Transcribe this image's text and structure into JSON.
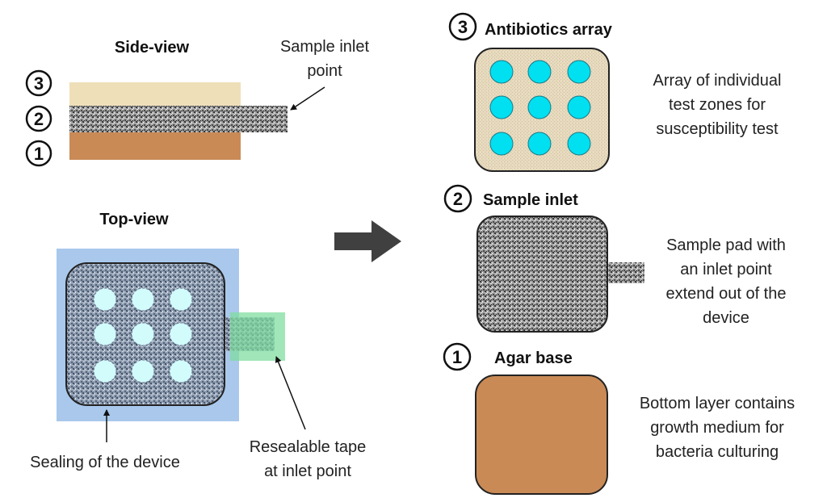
{
  "side_view": {
    "title": "Side-view",
    "inlet_label_line1": "Sample inlet",
    "inlet_label_line2": "point",
    "layer_numbers": [
      "3",
      "2",
      "1"
    ]
  },
  "top_view": {
    "title": "Top-view",
    "sealing_label": "Sealing of the device",
    "tape_label_line1": "Resealable tape",
    "tape_label_line2": "at inlet point"
  },
  "layers": [
    {
      "number": "3",
      "title": "Antibiotics array",
      "description": [
        "Array of individual",
        "test zones for",
        "susceptibility test"
      ]
    },
    {
      "number": "2",
      "title": "Sample inlet",
      "description": [
        "Sample pad with",
        "an inlet point",
        "extend out of the",
        "device"
      ]
    },
    {
      "number": "1",
      "title": "Agar base",
      "description": [
        "Bottom layer contains",
        "growth medium for",
        "bacteria culturing"
      ]
    }
  ],
  "colors": {
    "beige_layer": "#efdfb9",
    "agar": "#c98a56",
    "cyan_zone": "#00e0f0",
    "light_zone": "#d2fbfb",
    "sealing_blue": "#a9c8ec",
    "tape_green": "#7ddc9c",
    "arrow": "#404040"
  }
}
